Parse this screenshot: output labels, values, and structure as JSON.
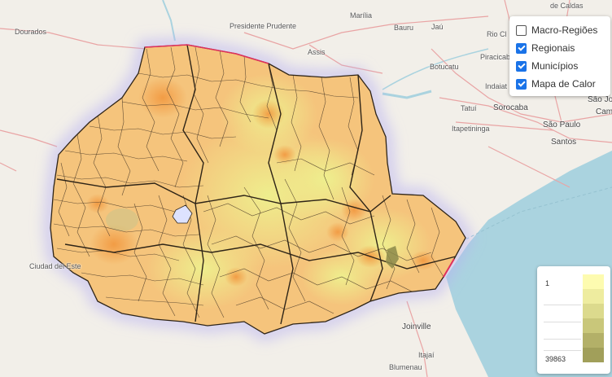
{
  "cities": [
    {
      "name": "Dourados"
    },
    {
      "name": "Presidente Prudente"
    },
    {
      "name": "Marília"
    },
    {
      "name": "Bauru"
    },
    {
      "name": "Jaú"
    },
    {
      "name": "Assis"
    },
    {
      "name": "Botucatu"
    },
    {
      "name": "Rio Cl"
    },
    {
      "name": "Piracicab"
    },
    {
      "name": "Indaiat"
    },
    {
      "name": "Tatuí"
    },
    {
      "name": "Sorocaba"
    },
    {
      "name": "Itapetininga"
    },
    {
      "name": "São Jo"
    },
    {
      "name": "Cam"
    },
    {
      "name": "São Paulo"
    },
    {
      "name": "Santos"
    },
    {
      "name": "Ciudad del Este"
    },
    {
      "name": "Joinville"
    },
    {
      "name": "Itajaí"
    },
    {
      "name": "Blumenau"
    },
    {
      "name": "de Caldas"
    }
  ],
  "layers": [
    {
      "label": "Macro-Regiões",
      "checked": false
    },
    {
      "label": "Regionais",
      "checked": true
    },
    {
      "label": "Municípios",
      "checked": true
    },
    {
      "label": "Mapa de Calor",
      "checked": true
    }
  ],
  "legend": {
    "min_label": "1",
    "max_label": "39863",
    "colors": [
      "#fdfbb0",
      "#eeec9f",
      "#dcda8d",
      "#c9c77a",
      "#b3b068",
      "#a19f5a"
    ]
  },
  "colors": {
    "land": "#f2efe9",
    "water": "#aad3df",
    "state_fill": "#f6c27a",
    "heat_hot": "#f4a24a",
    "heat_cool": "#f0ef9a",
    "halo": "#b9b4f0",
    "border_red": "#e0305c",
    "road": "#e8a0a0"
  }
}
